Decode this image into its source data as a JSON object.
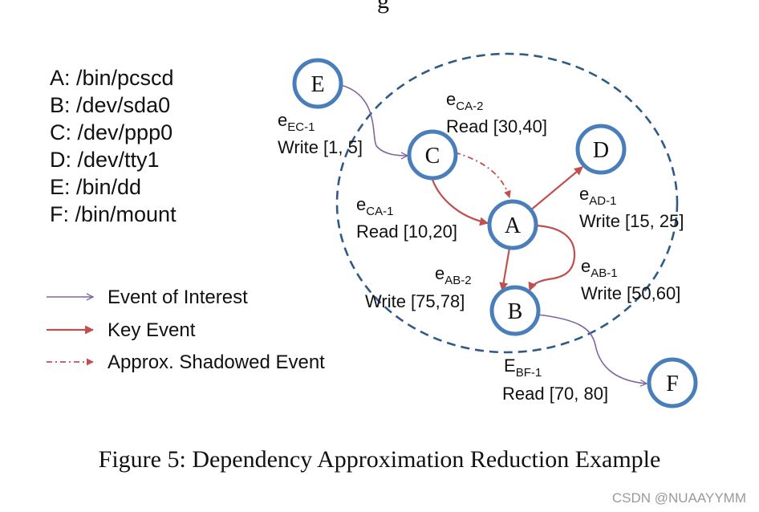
{
  "header_fragment": "g",
  "legend_keys": [
    "A: /bin/pcscd",
    "B: /dev/sda0",
    "C: /dev/ppp0",
    "D: /dev/tty1",
    "E: /bin/dd",
    "F: /bin/mount"
  ],
  "legend_styles": [
    {
      "label": "Event of Interest"
    },
    {
      "label": "Key Event"
    },
    {
      "label": "Approx. Shadowed Event"
    }
  ],
  "nodes": [
    "E",
    "C",
    "D",
    "A",
    "B",
    "F"
  ],
  "edges": {
    "ec1": {
      "base": "e",
      "sub": "EC-1",
      "op": "Write [1, 5]"
    },
    "ca2": {
      "base": "e",
      "sub": "CA-2",
      "op": "Read [30,40]"
    },
    "ca1": {
      "base": "e",
      "sub": "CA-1",
      "op": "Read [10,20]"
    },
    "ad1": {
      "base": "e",
      "sub": "AD-1",
      "op": "Write [15, 25]"
    },
    "ab2": {
      "base": "e",
      "sub": "AB-2",
      "op": "Write [75,78]"
    },
    "ab1": {
      "base": "e",
      "sub": "AB-1",
      "op": "Write [50,60]"
    },
    "bf1": {
      "base": "E",
      "sub": "BF-1",
      "op": "Read [70, 80]"
    }
  },
  "caption": "Figure 5: Dependency Approximation Reduction Example",
  "watermark": "CSDN @NUAAYYMM",
  "colors": {
    "node_stroke": "#4a7ebb",
    "dashed_circle": "#2e5a87",
    "event_of_interest": "#8064a2",
    "key_event": "#c0504d"
  }
}
